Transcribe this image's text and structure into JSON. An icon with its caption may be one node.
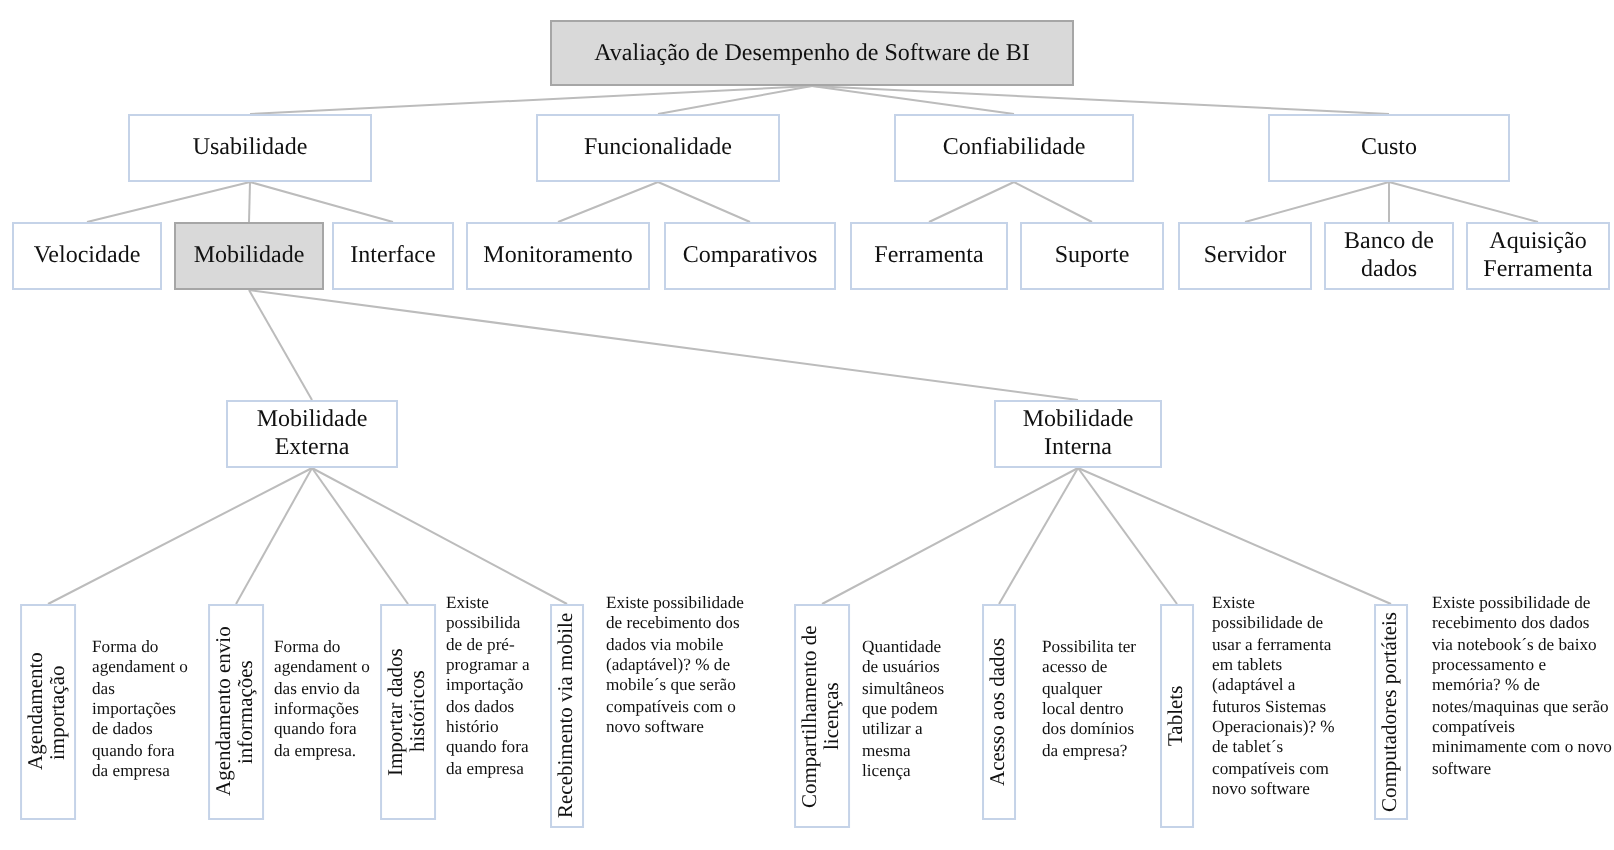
{
  "diagram": {
    "nodes": [
      {
        "text": [
          "Avaliação de Desempenho de Software de BI"
        ]
      },
      {
        "text": [
          "Usabilidade"
        ]
      },
      {
        "text": [
          "Funcionalidade"
        ]
      },
      {
        "text": [
          "Confiabilidade"
        ]
      },
      {
        "text": [
          "Custo"
        ]
      },
      {
        "text": [
          "Velocidade"
        ]
      },
      {
        "text": [
          "Mobilidade"
        ]
      },
      {
        "text": [
          "Interface"
        ]
      },
      {
        "text": [
          "Monitoramento"
        ]
      },
      {
        "text": [
          "Comparativos"
        ]
      },
      {
        "text": [
          "Ferramenta"
        ]
      },
      {
        "text": [
          "Suporte"
        ]
      },
      {
        "text": [
          "Servidor"
        ]
      },
      {
        "text": [
          "Banco de dados"
        ]
      },
      {
        "text": [
          "Aquisição Ferramenta"
        ]
      },
      {
        "text": [
          "Mobilidade Externa"
        ]
      },
      {
        "text": [
          "Mobilidade Interna"
        ]
      },
      {
        "text": [
          "Agendamento importação"
        ],
        "beside": [
          "Forma do agendament o das importações de dados quando fora da empresa"
        ]
      },
      {
        "text": [
          "Agendamento envio informações"
        ],
        "beside": [
          "Forma do agendament o das envio da informações quando fora da empresa."
        ]
      },
      {
        "text": [
          "Importar dados históricos"
        ],
        "beside": [
          "Existe possibilida de de pré-programar a importação dos dados histório quando fora da empresa"
        ]
      },
      {
        "text": [
          "Recebimento via mobile"
        ],
        "beside": [
          "Existe possibilidade de recebimento dos dados via mobile (adaptável)? % de mobile´s que serão compatíveis com o novo software"
        ]
      },
      {
        "text": [
          "Compartilhamento de licenças"
        ],
        "beside": [
          "Quantidade de usuários simultâneos que podem utilizar a mesma licença"
        ]
      },
      {
        "text": [
          "Acesso aos dados"
        ],
        "beside": [
          "Possibilita ter acesso de qualquer local dentro dos domínios da empresa?"
        ]
      },
      {
        "text": [
          "Tablets"
        ],
        "beside": [
          "Existe possibilidade de usar a ferramenta em tablets (adaptável a futuros Sistemas Operacionais)? % de tablet´s compatíveis com novo software"
        ]
      },
      {
        "text": [
          "Computadores portáteis"
        ],
        "beside": [
          "Existe possibilidade de recebimento dos dados via notebook´s de baixo processamento e memória? % de notes/maquinas que serão compatíveis minimamente com o novo software"
        ]
      }
    ],
    "edges": [
      {
        "from": 0,
        "to": 1,
        "arrow": "none"
      },
      {
        "from": 0,
        "to": 2,
        "arrow": "none"
      },
      {
        "from": 0,
        "to": 3,
        "arrow": "none"
      },
      {
        "from": 0,
        "to": 4,
        "arrow": "none"
      },
      {
        "from": 1,
        "to": 5,
        "arrow": "none"
      },
      {
        "from": 1,
        "to": 6,
        "arrow": "none"
      },
      {
        "from": 1,
        "to": 7,
        "arrow": "none"
      },
      {
        "from": 2,
        "to": 8,
        "arrow": "none"
      },
      {
        "from": 2,
        "to": 9,
        "arrow": "none"
      },
      {
        "from": 3,
        "to": 10,
        "arrow": "none"
      },
      {
        "from": 3,
        "to": 11,
        "arrow": "none"
      },
      {
        "from": 4,
        "to": 12,
        "arrow": "none"
      },
      {
        "from": 4,
        "to": 13,
        "arrow": "none"
      },
      {
        "from": 4,
        "to": 14,
        "arrow": "none"
      },
      {
        "from": 6,
        "to": 15,
        "arrow": "none"
      },
      {
        "from": 6,
        "to": 16,
        "arrow": "none"
      },
      {
        "from": 15,
        "to": 17,
        "arrow": "none"
      },
      {
        "from": 15,
        "to": 18,
        "arrow": "none"
      },
      {
        "from": 15,
        "to": 19,
        "arrow": "none"
      },
      {
        "from": 15,
        "to": 20,
        "arrow": "none"
      },
      {
        "from": 16,
        "to": 21,
        "arrow": "none"
      },
      {
        "from": 16,
        "to": 22,
        "arrow": "none"
      },
      {
        "from": 16,
        "to": 23,
        "arrow": "none"
      },
      {
        "from": 16,
        "to": 24,
        "arrow": "none"
      }
    ]
  }
}
